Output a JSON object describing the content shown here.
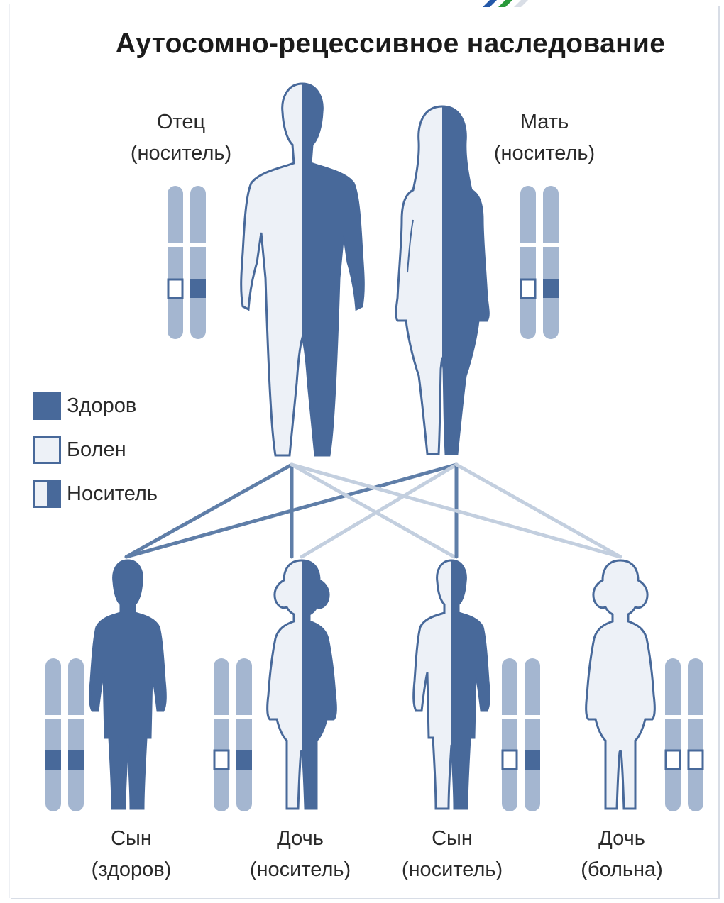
{
  "title": "Аутосомно-рецессивное наследование",
  "colors": {
    "affected_fill": "#edf1f7",
    "healthy_fill": "#48699a",
    "outline": "#48699a",
    "chromosome": "#a4b6d0",
    "line_dark": "#5f7ea8",
    "line_light": "#c3cfdf"
  },
  "parents": [
    {
      "name": "Отец",
      "status": "(носитель)"
    },
    {
      "name": "Мать",
      "status": "(носитель)"
    }
  ],
  "children": [
    {
      "name": "Сын",
      "status": "(здоров)"
    },
    {
      "name": "Дочь",
      "status": "(носитель)"
    },
    {
      "name": "Сын",
      "status": "(носитель)"
    },
    {
      "name": "Дочь",
      "status": "(больна)"
    }
  ],
  "legend": [
    {
      "label": "Здоров",
      "type": "healthy"
    },
    {
      "label": "Болен",
      "type": "affected"
    },
    {
      "label": "Носитель",
      "type": "carrier"
    }
  ]
}
